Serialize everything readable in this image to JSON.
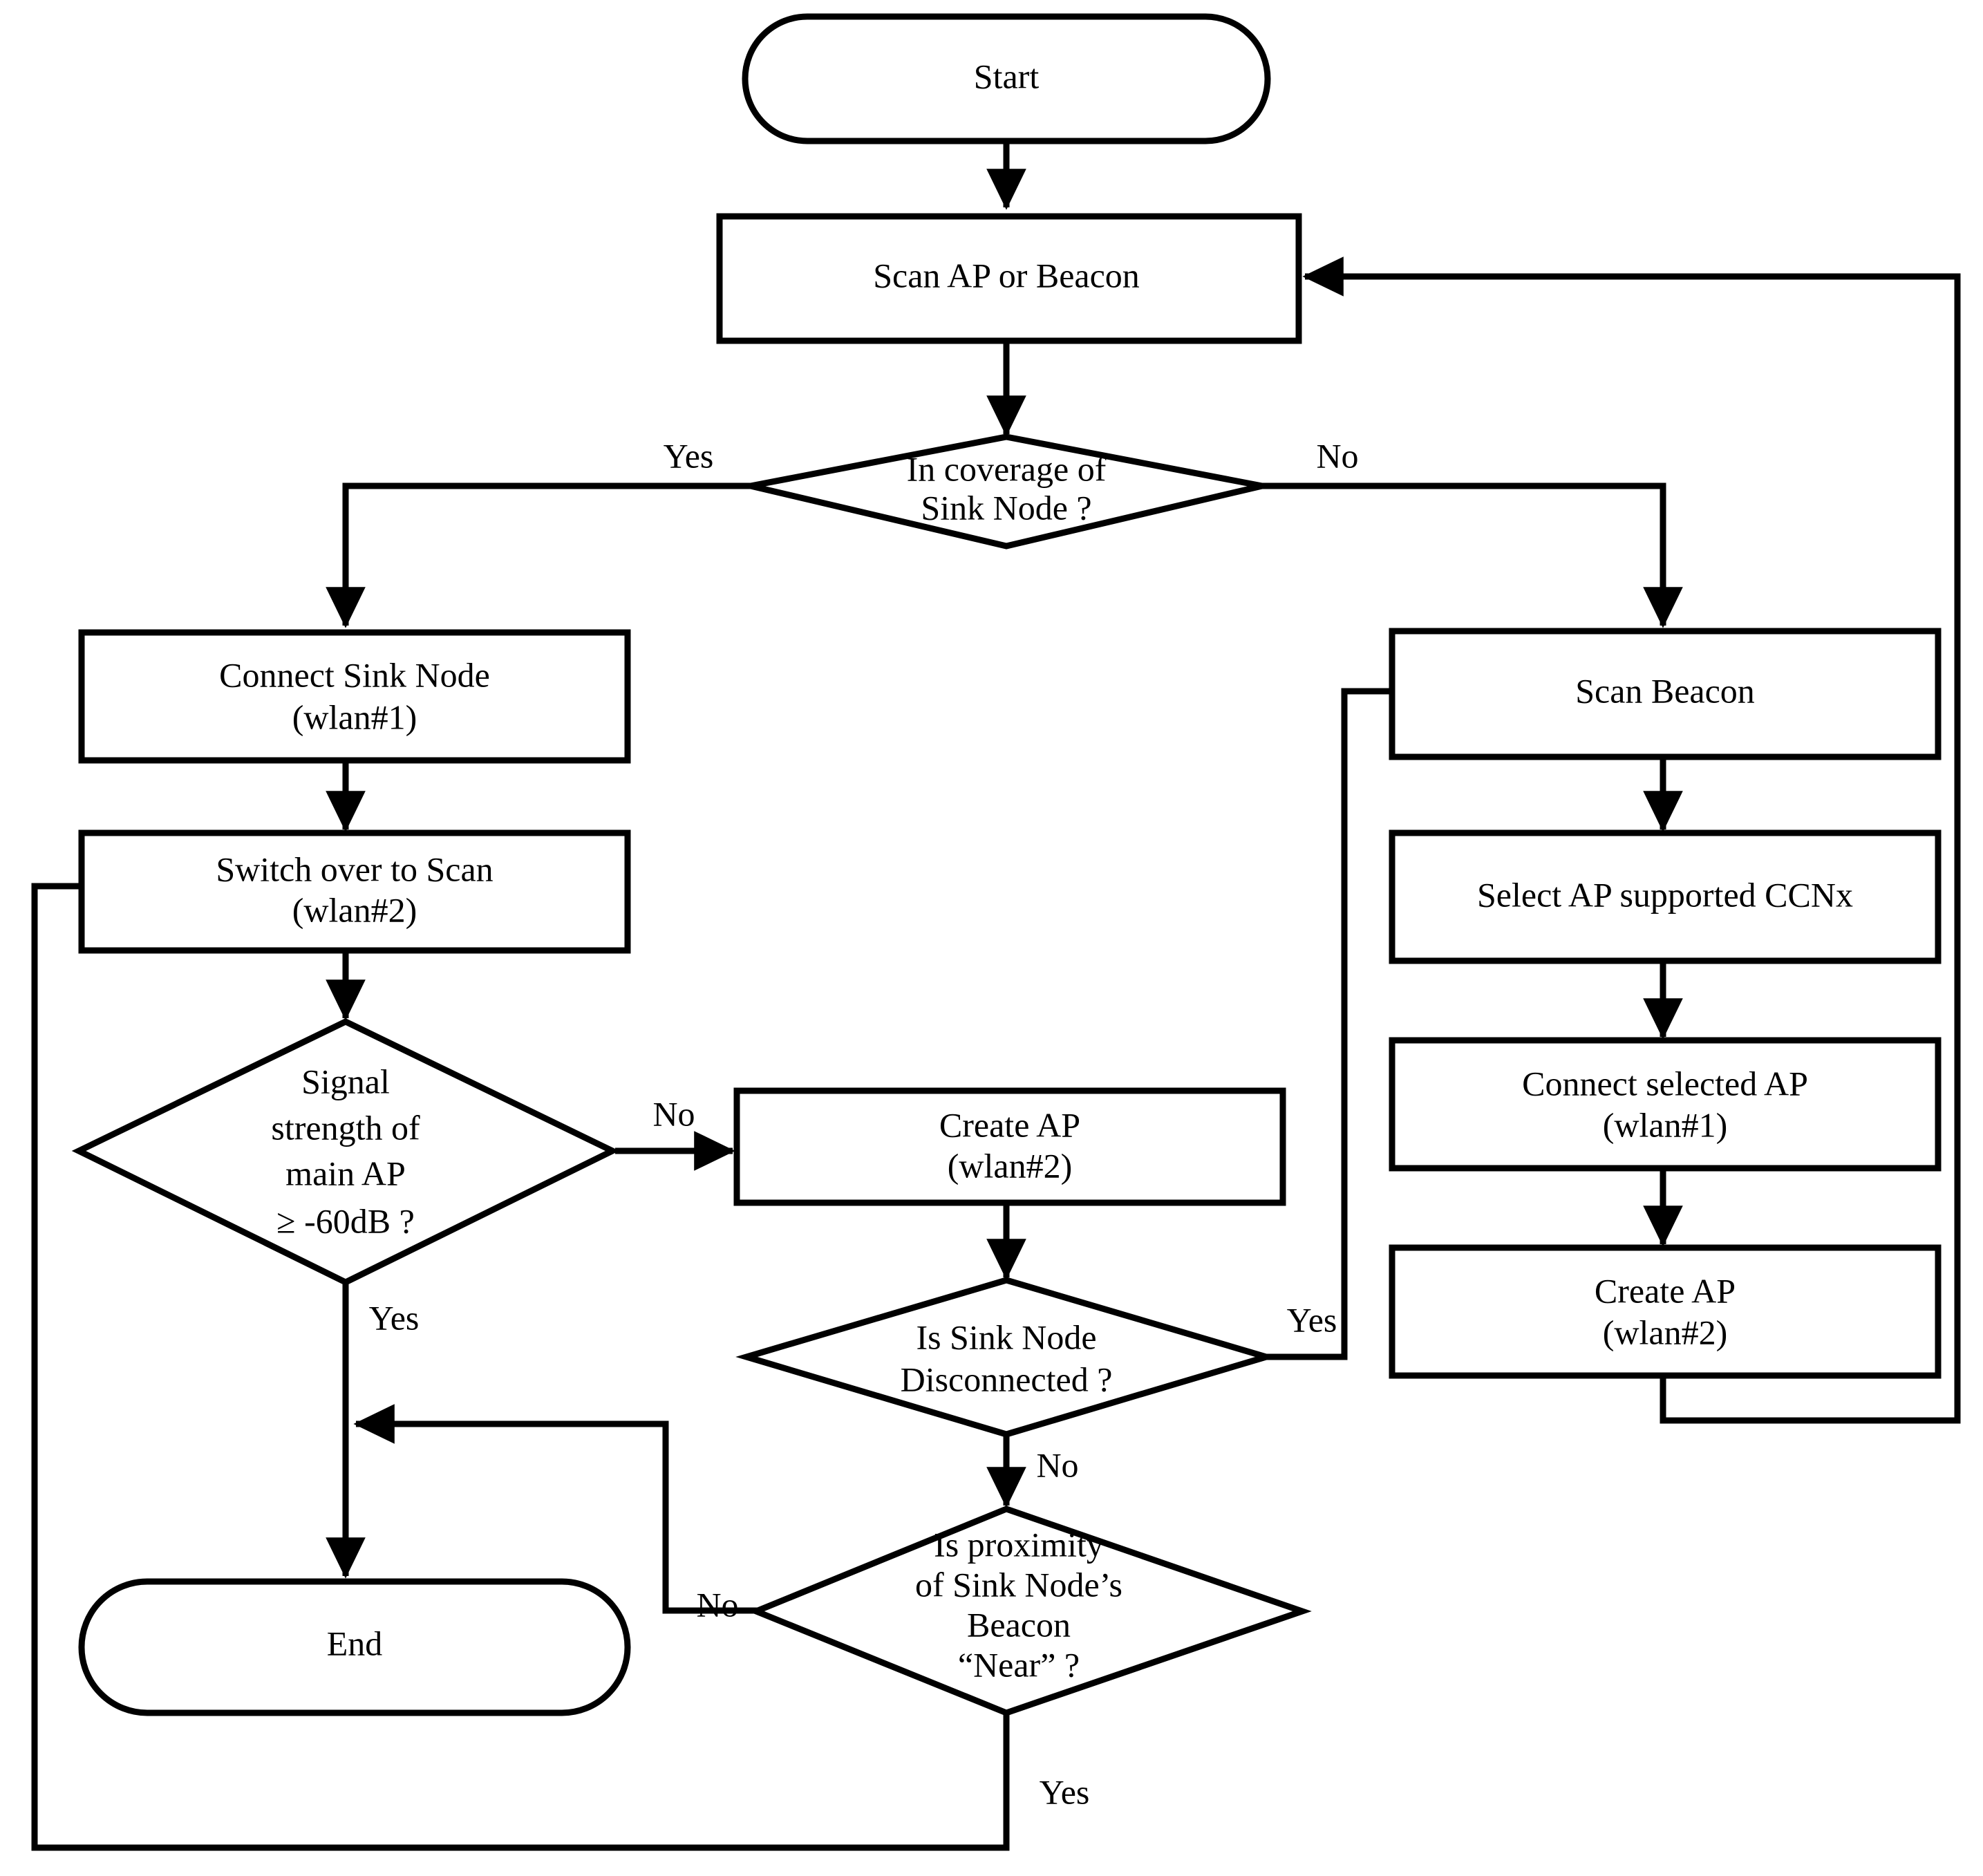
{
  "diagram": {
    "title": "Sink Node / AP connection flowchart",
    "background_color": "#ffffff",
    "line_color": "#000000",
    "text_color": "#000000"
  },
  "nodes": {
    "start": {
      "label": "Start",
      "shape": "terminator"
    },
    "scan_ap_or_beacon": {
      "label": "Scan AP or Beacon",
      "shape": "process"
    },
    "in_coverage": {
      "line1": "In coverage of",
      "line2": "Sink Node ?",
      "shape": "decision"
    },
    "connect_sink_node": {
      "line1": "Connect Sink Node",
      "line2": "(wlan#1)",
      "shape": "process"
    },
    "switch_over_to_scan": {
      "line1": "Switch over to Scan",
      "line2": "(wlan#2)",
      "shape": "process"
    },
    "signal_strength": {
      "line1": "Signal",
      "line2": "strength of",
      "line3": "main AP",
      "line4": "≥ -60dB ?",
      "shape": "decision"
    },
    "create_ap_center": {
      "line1": "Create AP",
      "line2": "(wlan#2)",
      "shape": "process"
    },
    "is_sink_node_disconnected": {
      "line1": "Is Sink Node",
      "line2": "Disconnected ?",
      "shape": "decision"
    },
    "is_proximity_near": {
      "line1": "Is proximity",
      "line2": "of Sink Node’s",
      "line3": "Beacon",
      "line4": "“Near” ?",
      "shape": "decision"
    },
    "end": {
      "label": "End",
      "shape": "terminator"
    },
    "scan_beacon": {
      "label": "Scan Beacon",
      "shape": "process"
    },
    "select_ap_ccnx": {
      "label": "Select AP supported CCNx",
      "shape": "process"
    },
    "connect_selected_ap": {
      "line1": "Connect  selected AP",
      "line2": "(wlan#1)",
      "shape": "process"
    },
    "create_ap_right": {
      "line1": "Create AP",
      "line2": "(wlan#2)",
      "shape": "process"
    }
  },
  "edge_labels": {
    "coverage_yes": "Yes",
    "coverage_no": "No",
    "signal_no": "No",
    "signal_yes": "Yes",
    "disconnected_yes": "Yes",
    "disconnected_no": "No",
    "proximity_no": "No",
    "proximity_yes": "Yes"
  }
}
